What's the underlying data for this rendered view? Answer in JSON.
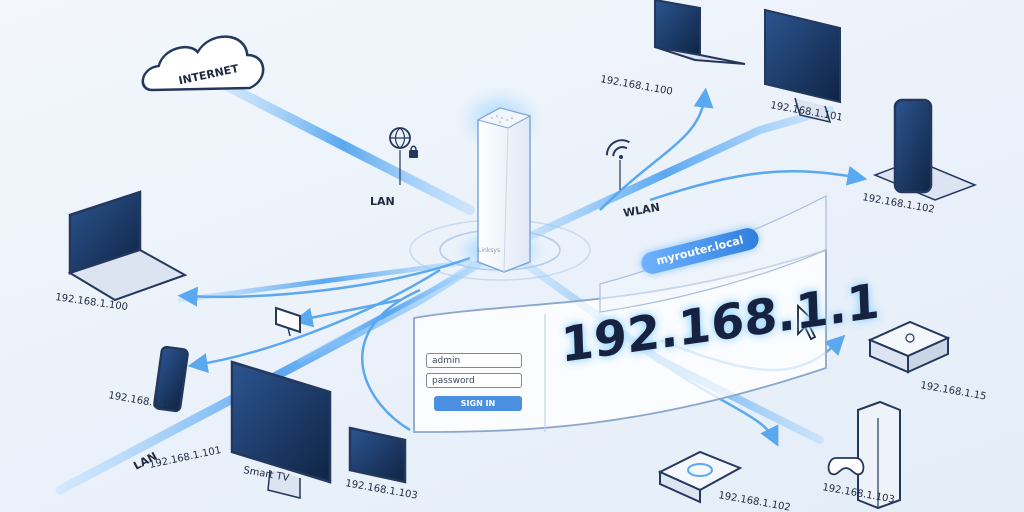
{
  "internet": {
    "label": "INTERNET"
  },
  "router": {
    "brand": "Linksys"
  },
  "links": {
    "lan_label": "LAN",
    "wlan_label": "WLAN",
    "lan_cable_label": "LAN"
  },
  "devices": {
    "laptop_top": {
      "ip": "192.168.1.100"
    },
    "monitor_top": {
      "ip": "192.168.1.101"
    },
    "phone_right": {
      "ip": "192.168.1.102"
    },
    "laptop_left": {
      "ip": "192.168.1.100"
    },
    "phone_left": {
      "ip": "192.168.1.101"
    },
    "smart_tv": {
      "ip": "192.168.1.101",
      "name": "Smart TV"
    },
    "tablet": {
      "ip": "192.168.1.103"
    },
    "console_box": {
      "ip": "192.168.1.15"
    },
    "hub": {
      "ip": "192.168.1.102"
    },
    "tower": {
      "ip": "192.168.1.103"
    }
  },
  "panel": {
    "domain": "myrouter.local",
    "address": "192.168.1.1",
    "username_value": "admin",
    "password_value": "password",
    "signin_label": "SIGN IN"
  },
  "colors": {
    "link_blue": "#5aa9f0",
    "glow": "#8fd0ff",
    "device_dark": "#1f3a66",
    "accent": "#4a8fe0"
  },
  "icons": [
    "cloud-icon",
    "globe-icon",
    "lock-icon",
    "wifi-icon",
    "mouse-cursor-icon",
    "gamepad-icon",
    "small-monitor-icon"
  ]
}
